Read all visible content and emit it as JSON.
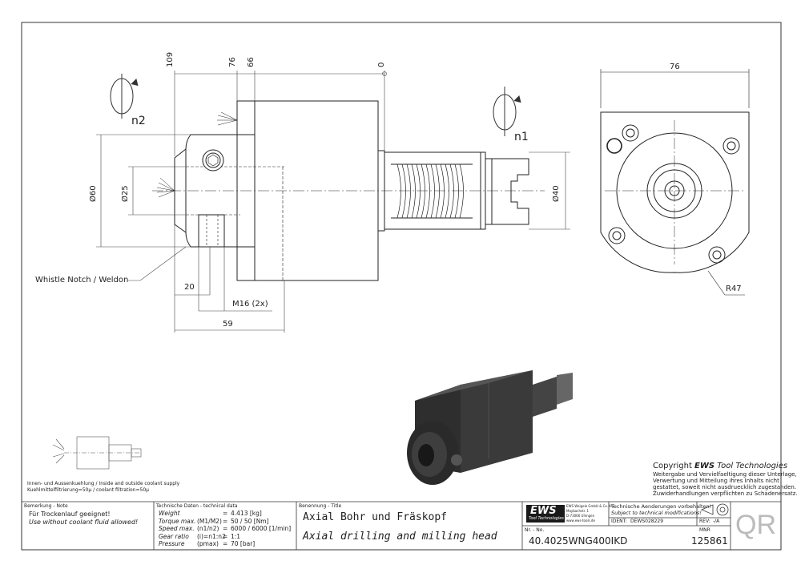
{
  "dimensions": {
    "top_109": "109",
    "top_76": "76",
    "top_66": "66",
    "top_0": "0",
    "dia60": "Ø60",
    "dia25": "Ø25",
    "dia40": "Ø40",
    "d20": "20",
    "m16": "M16 (2x)",
    "d59": "59",
    "side_76": "76",
    "r47": "R47"
  },
  "labels": {
    "n1": "n1",
    "n2": "n2",
    "whistle": "Whistle Notch / Weldon"
  },
  "coolant": {
    "line1": "Innen- und Aussenkuehlung / Inside and outside coolant supply",
    "line2": "Kuehlmittelfiltrierung=50µ / coolant filtration=50µ"
  },
  "copyright": {
    "title_prefix": "Copyright ",
    "title_brand": "EWS",
    "title_suffix": " Tool Technologies",
    "lines": [
      "Weitergabe und Vervielfaeltigung dieser Unterlage,",
      "Verwertung und Mitteilung ihres Inhalts nicht",
      "gestattet, soweit nicht ausdruecklich zugestanden.",
      "Zuwiderhandlungen verpflichten zu Schadenersatz."
    ]
  },
  "titleblock": {
    "note_header": "Bemerkung - Note",
    "note_de": "Für Trockenlauf geeignet!",
    "note_en": "Use without coolant fluid allowed!",
    "tech_header": "Technische Daten - technical data",
    "tech_rows": [
      {
        "name": "Weight",
        "sym": "",
        "eq": "=",
        "val": "4.413 [kg]"
      },
      {
        "name": "Torque max.",
        "sym": "(M1/M2)",
        "eq": "=",
        "val": "50 / 50 [Nm]"
      },
      {
        "name": "Speed max.",
        "sym": "(n1/n2)",
        "eq": "=",
        "val": "6000 / 6000 [1/min]"
      },
      {
        "name": "Gear ratio",
        "sym": "(i)=n1:n2",
        "eq": "=",
        "val": "1:1"
      },
      {
        "name": "Pressure",
        "sym": "(pmax)",
        "eq": "=",
        "val": "70 [bar]"
      }
    ],
    "name_header": "Benennung - Title",
    "title_de": "Axial Bohr und Fräskopf",
    "title_en": "Axial drilling and milling head",
    "logo": "EWS",
    "logo_sub": "Tool Technologies",
    "company_lines": [
      "EWS Weigele GmbH & Co. KG",
      "Maybachstr. 1",
      "D-73066 Uhingen",
      "www.ews-tools.de"
    ],
    "changes_de": "Technische Aenderungen vorbehalten!",
    "changes_en": "Subject to technical modifications!",
    "ident_label": "IDENT:",
    "ident": "DEWS028229",
    "rev_label": "REV:",
    "rev": "-/A",
    "nr_label": "Nr. - No.",
    "part_no": "40.4025WNG400IKD",
    "mnr_label": "MNR",
    "mnr": "125861",
    "qr": "QR"
  }
}
